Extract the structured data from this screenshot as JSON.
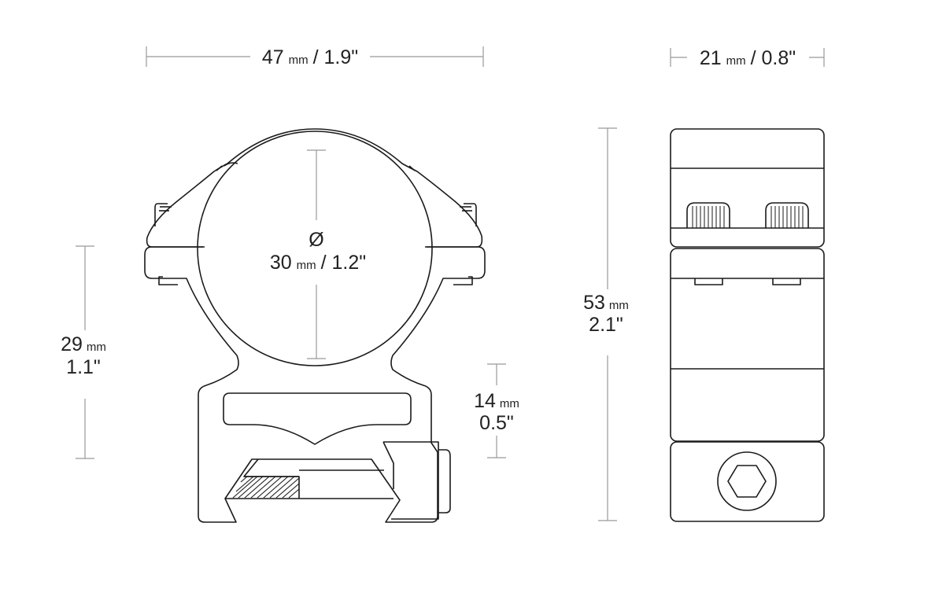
{
  "dimensions": {
    "width": {
      "value": "47",
      "unit": "mm",
      "imperial": "/ 1.9\""
    },
    "depth": {
      "value": "21",
      "unit": "mm",
      "imperial": "/ 0.8\""
    },
    "diameter": {
      "symbol": "Ø",
      "value": "30",
      "unit": "mm",
      "imperial": "/ 1.2\""
    },
    "center_height": {
      "value": "29",
      "unit": "mm",
      "imperial": "1.1\""
    },
    "base_height": {
      "value": "14",
      "unit": "mm",
      "imperial": "0.5\""
    },
    "total_height": {
      "value": "53",
      "unit": "mm",
      "imperial": "2.1\""
    }
  },
  "colors": {
    "line": "#1a1a1a",
    "dimension_line": "#999999",
    "text": "#222222"
  }
}
